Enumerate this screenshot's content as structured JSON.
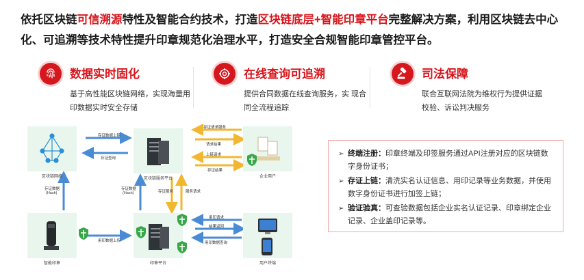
{
  "intro": {
    "p1": "依托区块链",
    "h1": "可信溯源",
    "p2": "特性及智能合约技术，打造",
    "h2": "区块链底层+智能印章平台",
    "p3": "完整解决方案，利用区块链去中心化、可追溯等技术特性提升印章规范化治理水平，打造安全合规智能印章管控平台。"
  },
  "features": [
    {
      "title": "数据实时固化",
      "icon": "fingerprint-icon",
      "desc": "基于高性能区块链网络，实现海量用印数据实时安全存储"
    },
    {
      "title": "在线查询可追溯",
      "icon": "search-target-icon",
      "desc": "提供合同数据在线查询服务，实 现合同全流程追踪"
    },
    {
      "title": "司法保障",
      "icon": "gavel-icon",
      "desc": "联合互联网法院为维权行为提供证据校验、诉讼判决服务"
    }
  ],
  "diagram": {
    "nodes": {
      "blockchain": "区块链网络",
      "platform": "区块链服务平台",
      "enterprise": "企业用户",
      "device": "智能印章",
      "seal_platform": "印章平台",
      "user": "用户终端"
    },
    "arrows": {
      "a1": "存证数据上链",
      "a2": "存证查询",
      "a3": "存证请求服务",
      "a4": "请求结果",
      "a5": "上链请求",
      "a6": "存证结果",
      "a7": "存证数据",
      "a7b": "(Hash)",
      "a8": "存证数据",
      "a8b": "(Hash)",
      "a9": "存证服务",
      "a10": "服务请求",
      "a11": "用印数据上传",
      "a12": "用印请求",
      "a13": "结果返回",
      "a14": "用印数据查询"
    }
  },
  "info": [
    {
      "key": "终端注册：",
      "text": "印章终端及印签服务通过API注册对应的区块链数字身份证书；"
    },
    {
      "key": "存证上链：",
      "text": "清洗实名认证信息、用印记录等业务数据，并使用数字身份证书进行加签上链；"
    },
    {
      "key": "验证验真：",
      "text": "可查验数据包括企业实名认证记录、印章绑定企业记录、企业盖印记录等。"
    }
  ],
  "colors": {
    "accent": "#d8141b",
    "arrow_blue": "#4a8bd6",
    "arrow_yellow": "#f2b731",
    "node_bg": "#e9f6ee",
    "shield_green": "#3aa64a"
  }
}
